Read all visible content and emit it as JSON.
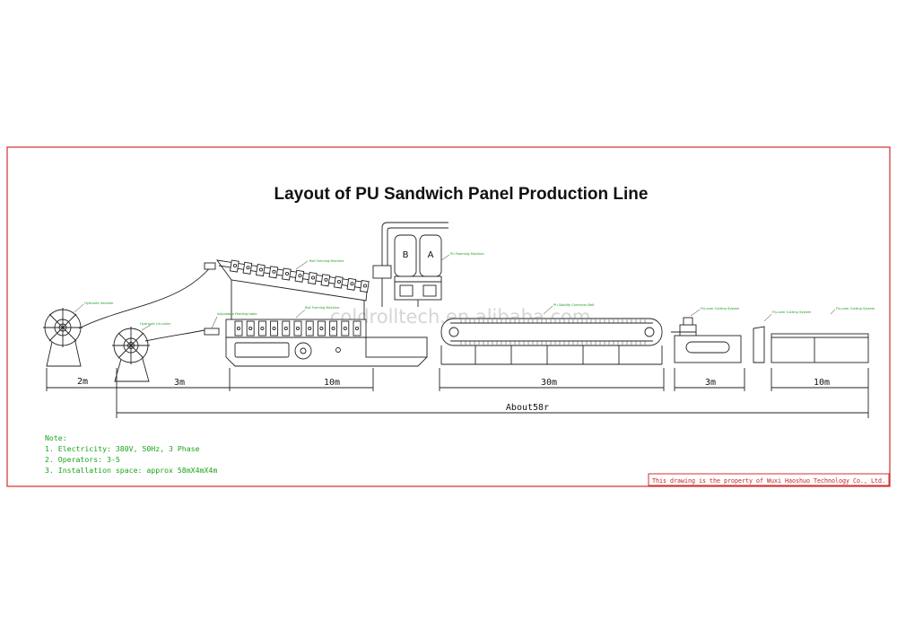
{
  "title": "Layout of PU Sandwich Panel Production Line",
  "watermark": "coldrolltech.en.alibaba.com",
  "equipment_labels": {
    "hydraulic_decoiler": "Hydraulic decoiler",
    "hydraulic_uncoiler": "Hydraulic Un-coiler",
    "adjustable_feeding_table": "Adjustable Feeding table",
    "roll_forming_machine_top": "Roll Forming Machine",
    "roll_forming_machine_bottom": "Roll Forming Machine",
    "pu_foaming_machine": "PU Foaming Machine",
    "pu_conveyor_belt": "PU Solidify Conveyor Belt",
    "tank_b": "B",
    "tank_a": "A",
    "flyover_cutting_system": "Fly-over Cutting System",
    "flyover_cutting_system_2": "Fly-over Cutting System",
    "flyover_cutting_system_3": "Fly-over Cutting System"
  },
  "dimensions": {
    "seg1": "2m",
    "seg2": "3m",
    "seg3": "10m",
    "seg4": "30m",
    "seg5": "3m",
    "seg6": "10m",
    "total": "About58r"
  },
  "notes": {
    "heading": "Note:",
    "line1": "1. Electricity: 380V, 50Hz, 3 Phase",
    "line2": "2. Operators: 3-5",
    "line3": "3. Installation space: approx 58mX4mX4m"
  },
  "property_text": "This drawing is the property of Wuxi Haoshuo Technology Co., Ltd.",
  "colors": {
    "frame_red": "#d03030",
    "note_green": "#19a419",
    "line_black": "#222222"
  }
}
